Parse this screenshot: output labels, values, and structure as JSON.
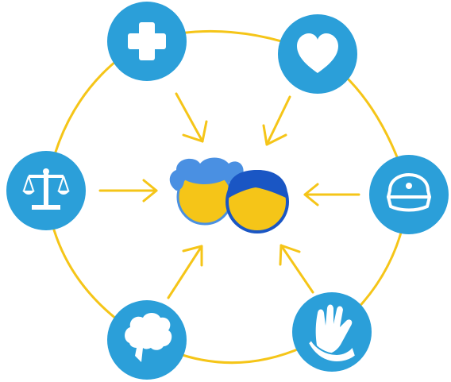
{
  "colors": {
    "ring": "#F5C518",
    "arrow": "#F5C518",
    "node_fill": "#2B9FD9",
    "icon_fill": "#FFFFFF",
    "face_fill": "#F5C518",
    "girl_hair": "#4A90E2",
    "boy_hair": "#1A56C4",
    "face_outline": "#4A90E2"
  },
  "nodes": [
    {
      "id": "health",
      "icon": "medical-cross-icon"
    },
    {
      "id": "care",
      "icon": "heart-icon"
    },
    {
      "id": "justice",
      "icon": "scales-of-justice-icon"
    },
    {
      "id": "police",
      "icon": "police-cap-icon"
    },
    {
      "id": "mental-health",
      "icon": "brain-icon"
    },
    {
      "id": "support",
      "icon": "helping-hand-icon"
    }
  ],
  "center": {
    "icon": "children-faces-icon"
  }
}
